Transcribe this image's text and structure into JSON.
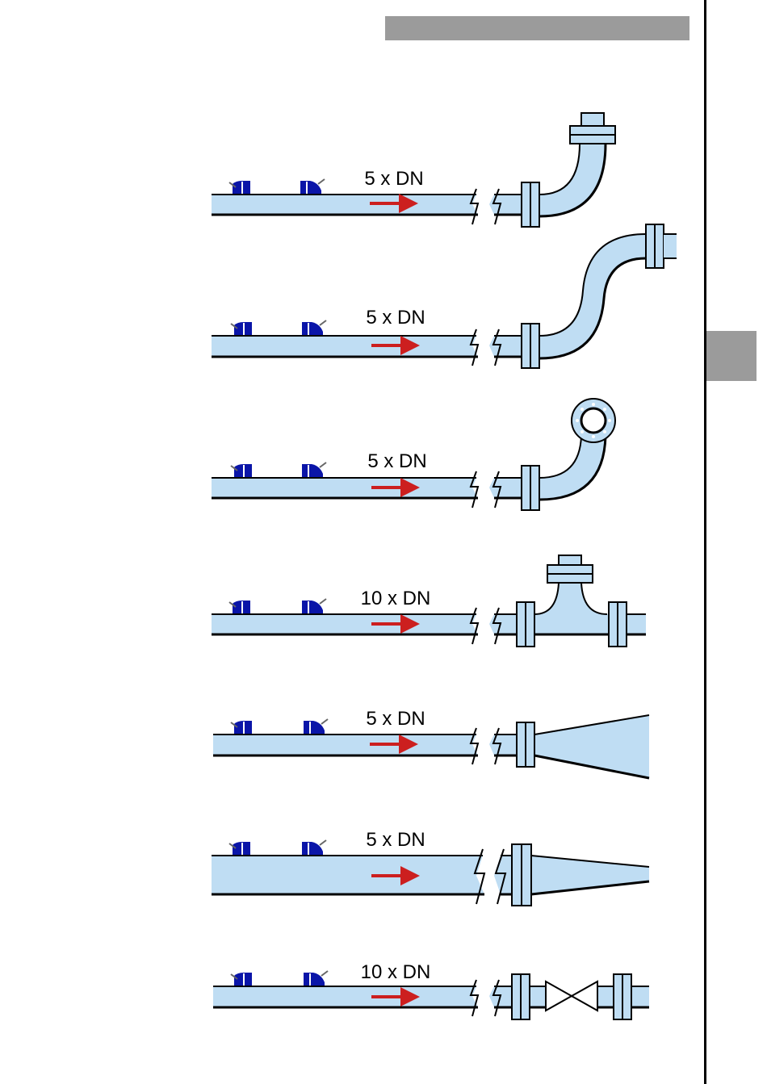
{
  "header": {
    "bar_color": "#9b9b9b"
  },
  "side_tab": {
    "color": "#9b9b9b"
  },
  "colors": {
    "pipe_fill": "#bfddf3",
    "sensor": "#0a15a8",
    "flow_arrow": "#cc1f1f"
  },
  "rows": [
    {
      "label": "5 x DN",
      "fitting": "elbow-up"
    },
    {
      "label": "5 x DN",
      "fitting": "s-bend"
    },
    {
      "label": "5 x DN",
      "fitting": "elbow-out-of-plane"
    },
    {
      "label": "10 x DN",
      "fitting": "tee"
    },
    {
      "label": "5 x DN",
      "fitting": "expander"
    },
    {
      "label": "5 x DN",
      "fitting": "reducer"
    },
    {
      "label": "10 x DN",
      "fitting": "valve"
    }
  ]
}
